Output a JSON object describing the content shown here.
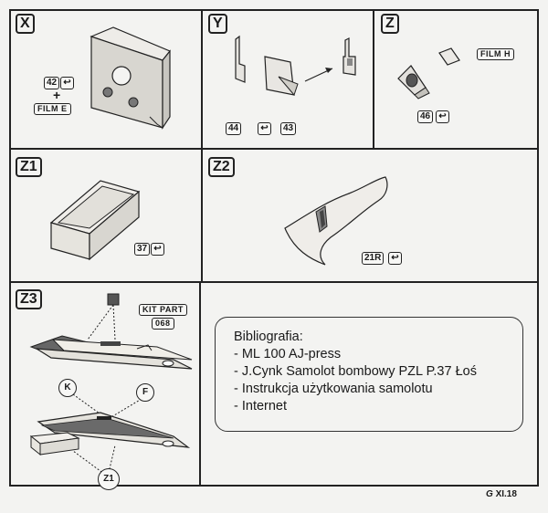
{
  "steps": {
    "x": {
      "tag": "X",
      "ref_num": "42",
      "film": "FILM E",
      "plus": "+"
    },
    "y": {
      "tag": "Y",
      "num_a": "44",
      "num_b": "43"
    },
    "z": {
      "tag": "Z",
      "film": "FILM H",
      "ref_num": "46"
    },
    "z1": {
      "tag": "Z1",
      "ref_num": "37"
    },
    "z2": {
      "tag": "Z2",
      "ref_num": "21R"
    },
    "z3": {
      "tag": "Z3",
      "kit_part_label": "KIT PART",
      "kit_part_num": "068",
      "callout_k": "K",
      "callout_f": "F",
      "callout_z1": "Z1"
    }
  },
  "bibliography": {
    "title": "Bibliografia:",
    "items": [
      "- ML 100 AJ-press",
      "- J.Cynk Samolot bombowy PZL P.37 Łoś",
      "- Instrukcja użytkowania samolotu",
      "- Internet"
    ]
  },
  "footer": {
    "code": "XI.18",
    "logo": "G"
  }
}
